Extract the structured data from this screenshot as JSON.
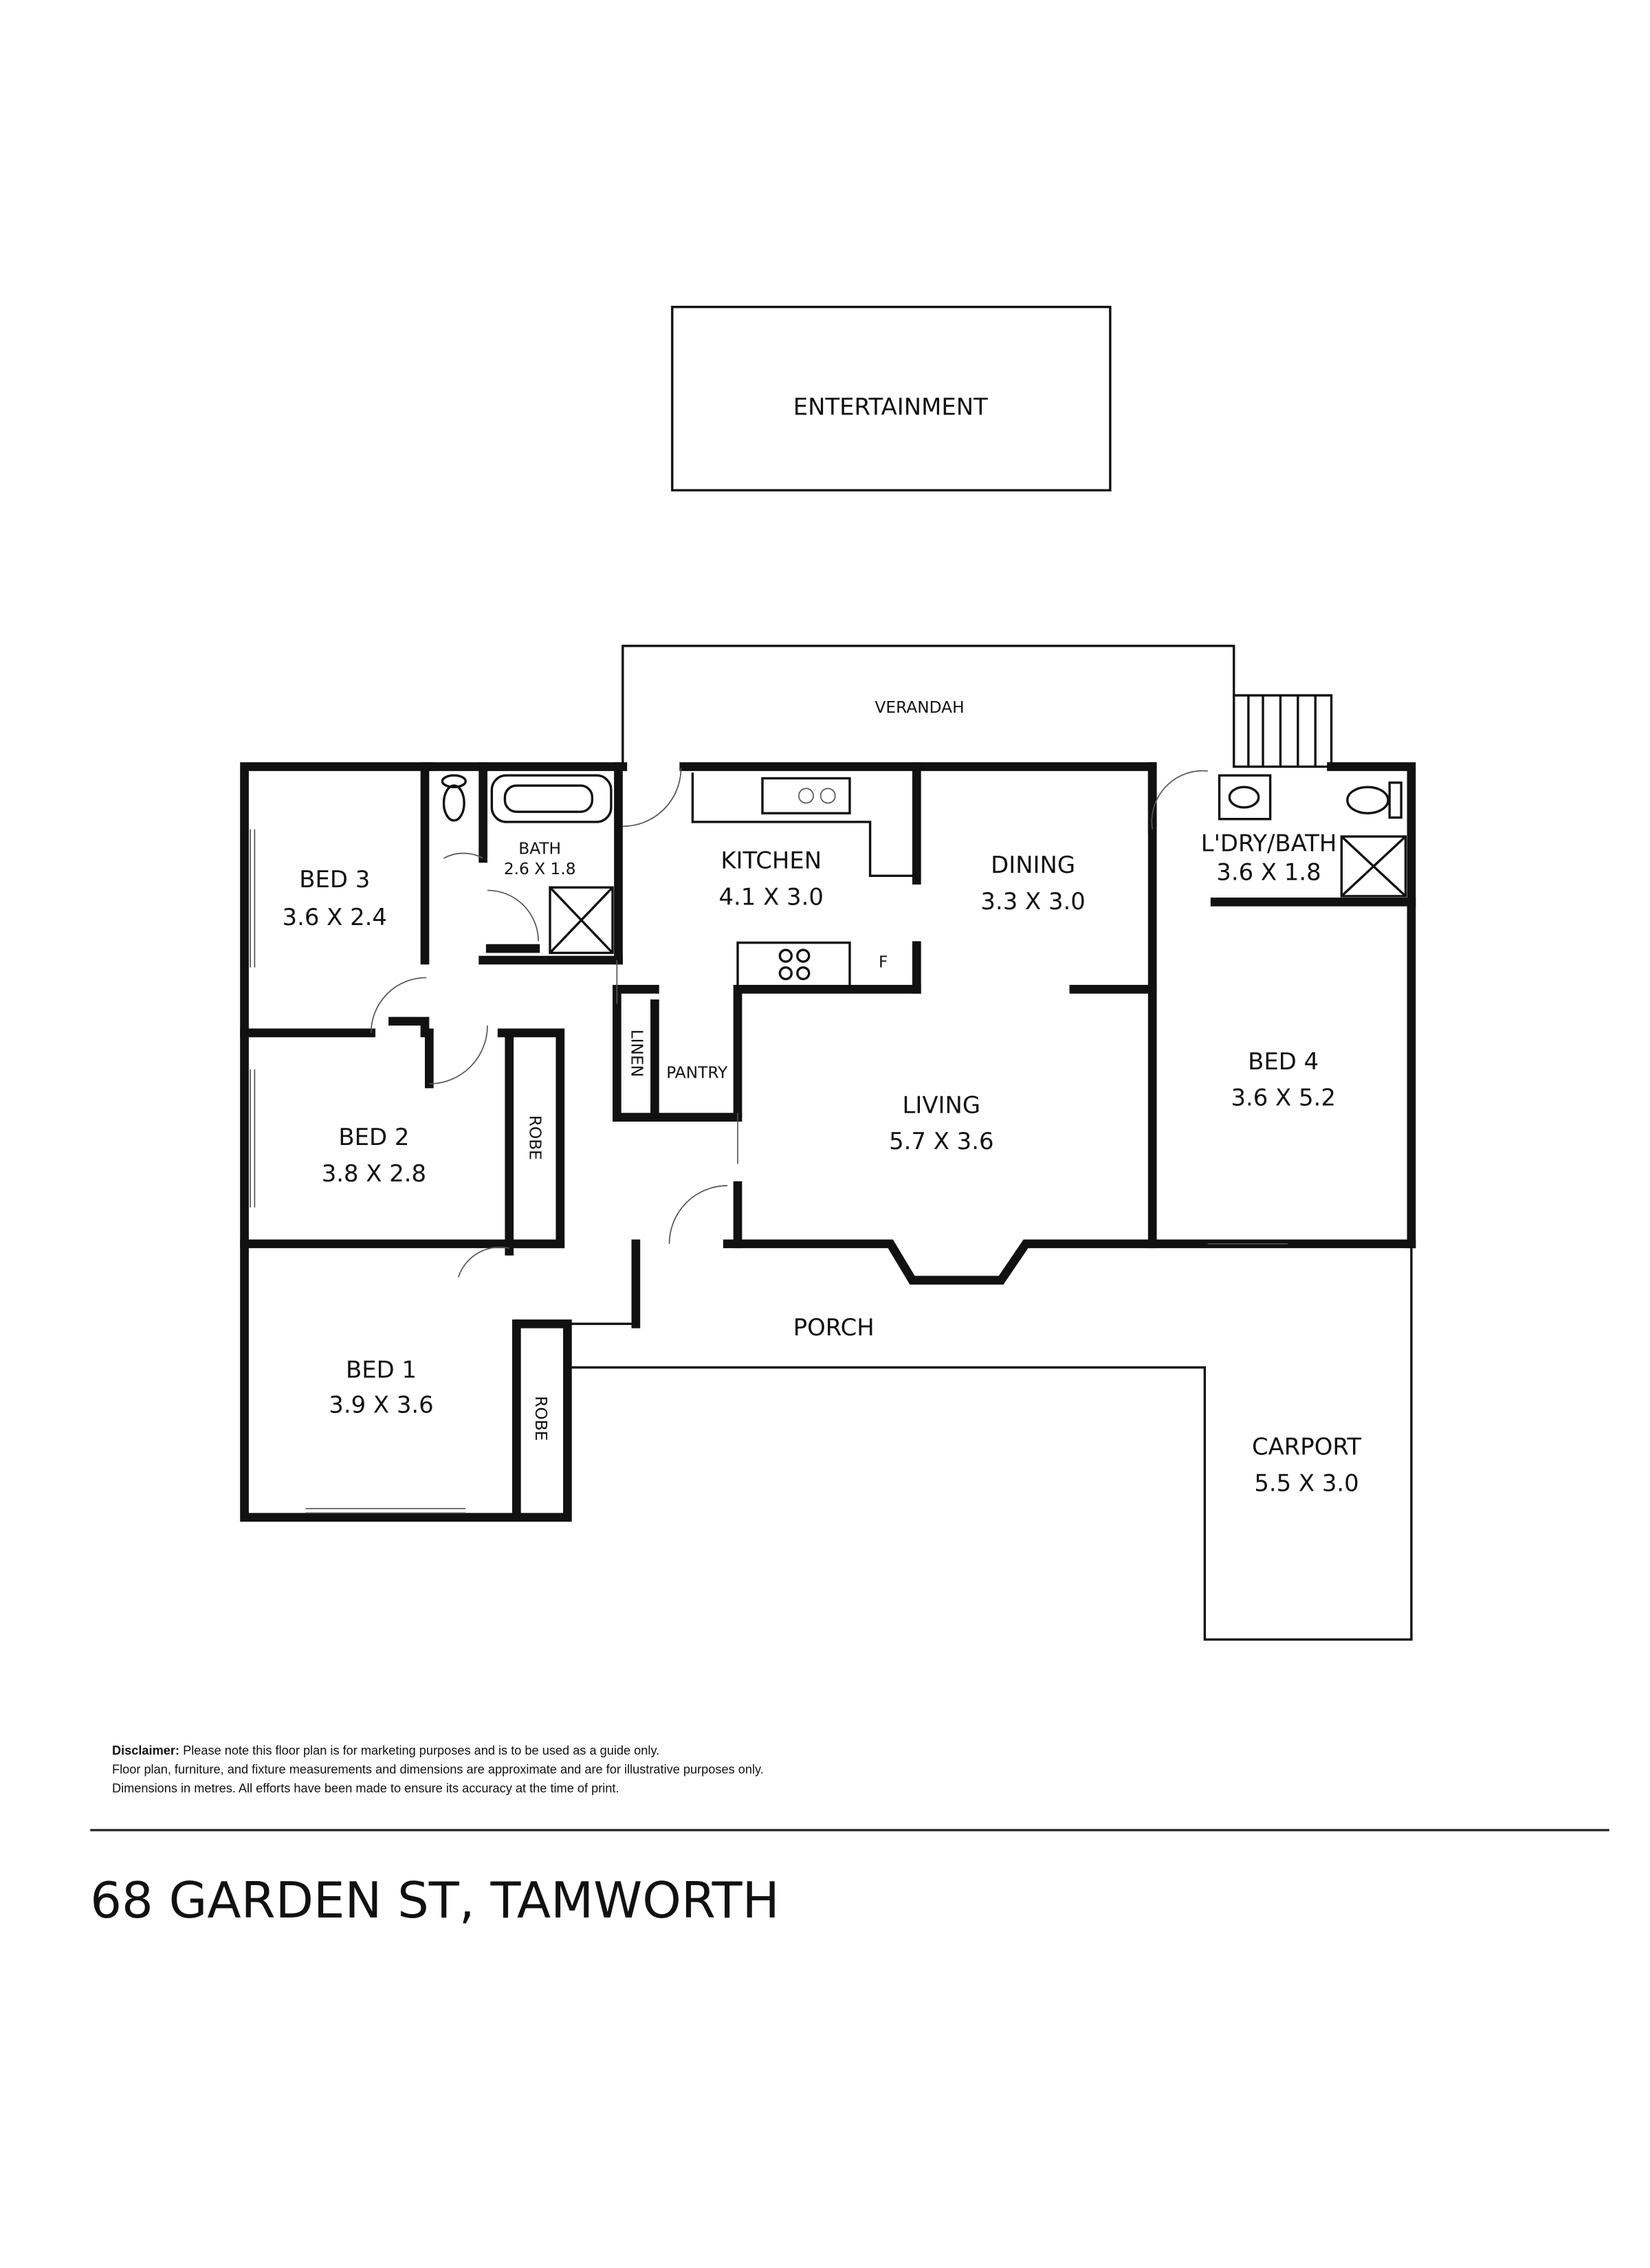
{
  "rooms": {
    "entertainment": {
      "name": "ENTERTAINMENT"
    },
    "verandah": {
      "name": "VERANDAH"
    },
    "bed3": {
      "name": "BED 3",
      "size": "3.6 X 2.4"
    },
    "bath": {
      "name": "BATH",
      "size": "2.6 X 1.8"
    },
    "kitchen": {
      "name": "KITCHEN",
      "size": "4.1 X 3.0",
      "fridge": "F"
    },
    "dining": {
      "name": "DINING",
      "size": "3.3 X 3.0"
    },
    "ldry_bath": {
      "name": "L'DRY/BATH",
      "size": "3.6 X 1.8"
    },
    "bed2": {
      "name": "BED 2",
      "size": "3.8 X 2.8"
    },
    "robe2": {
      "name": "ROBE"
    },
    "linen": {
      "name": "LINEN"
    },
    "pantry": {
      "name": "PANTRY"
    },
    "living": {
      "name": "LIVING",
      "size": "5.7 X 3.6"
    },
    "bed4": {
      "name": "BED 4",
      "size": "3.6 X 5.2"
    },
    "porch": {
      "name": "PORCH"
    },
    "bed1": {
      "name": "BED 1",
      "size": "3.9 X 3.6"
    },
    "robe1": {
      "name": "ROBE"
    },
    "carport": {
      "name": "CARPORT",
      "size": "5.5 X 3.0"
    }
  },
  "disclaimer": {
    "label": "Disclaimer:",
    "line1": "Please note this floor plan is for marketing purposes and is to be used as a guide only.",
    "line2": "Floor plan, furniture, and fixture measurements and dimensions are approximate and are for illustrative purposes only.",
    "line3": "Dimensions in metres. All efforts have been made to ensure its accuracy at the time of print."
  },
  "address": "68 GARDEN ST, TAMWORTH"
}
